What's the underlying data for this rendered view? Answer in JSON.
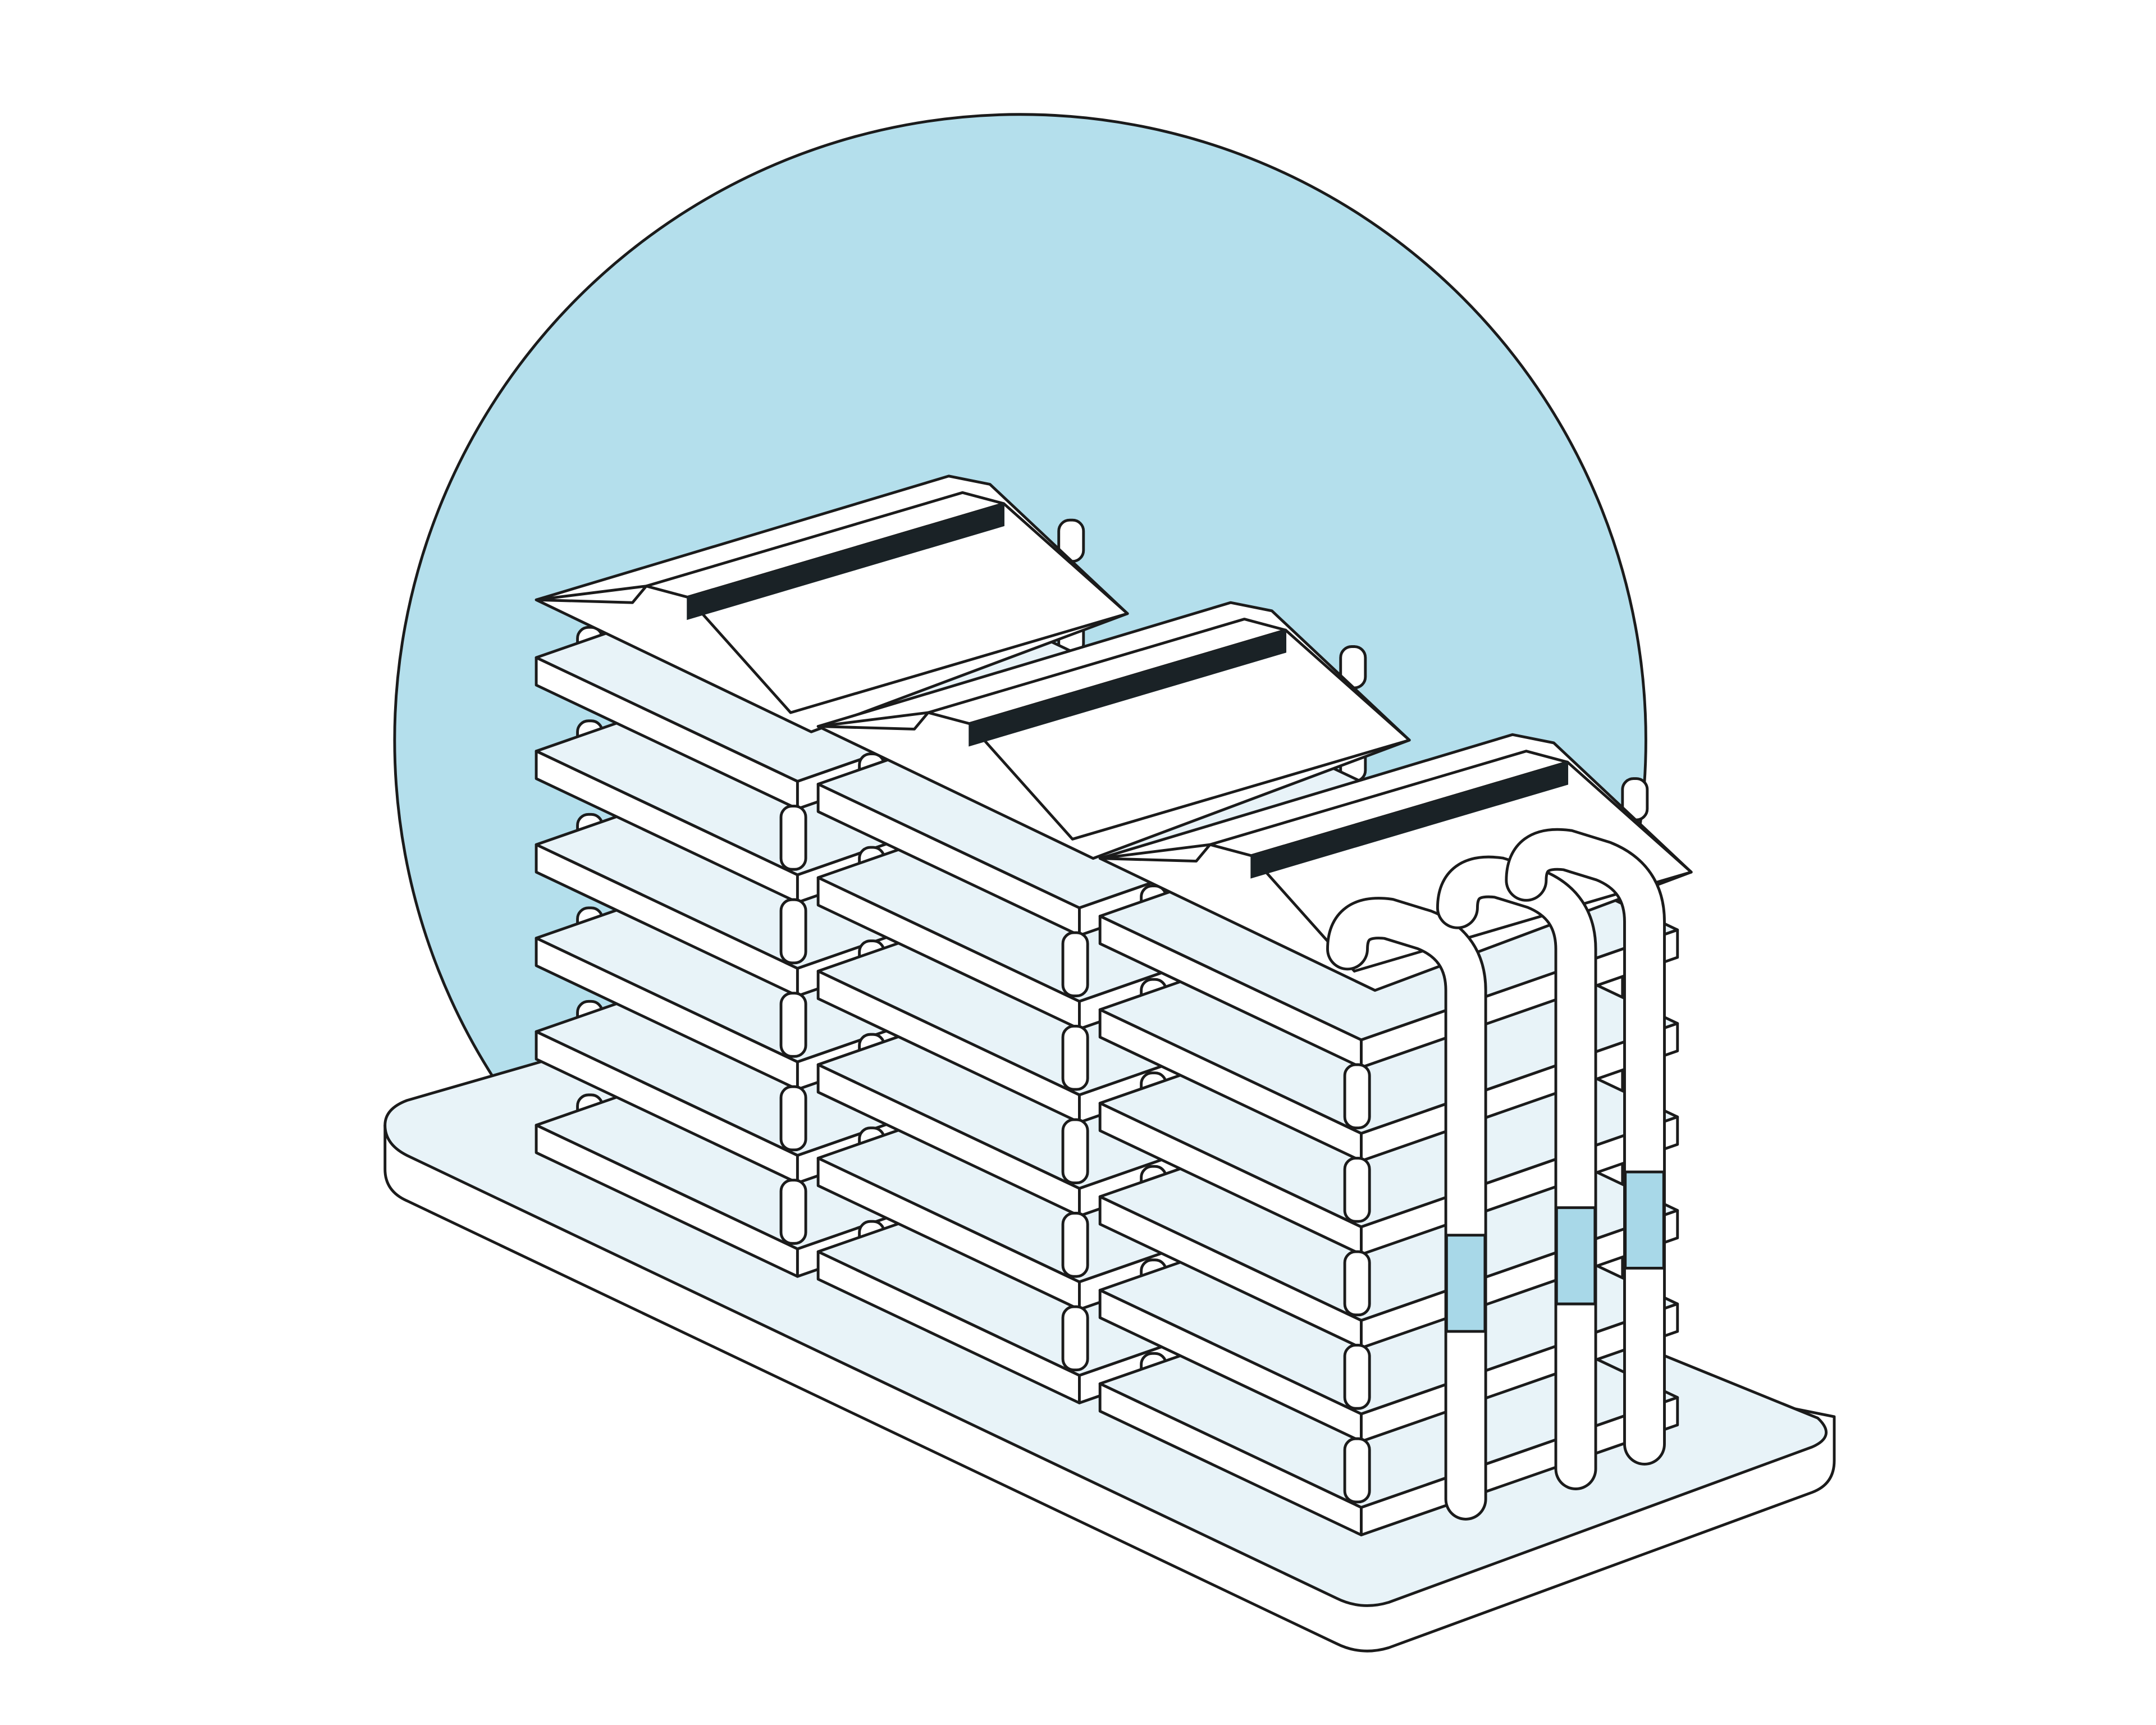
{
  "colors": {
    "background": "#ffffff",
    "circle": "#b4dfec",
    "slab_top": "#e8f3f8",
    "slab_side": "#ffffff",
    "outline": "#1b1b1b",
    "roof_stripe": "#1a2226",
    "pipe_band": "#a8d8e8"
  },
  "illustration": {
    "subject": "isometric-modular-building",
    "blocks": 3,
    "floors_per_block": 6,
    "pipes": 3
  }
}
